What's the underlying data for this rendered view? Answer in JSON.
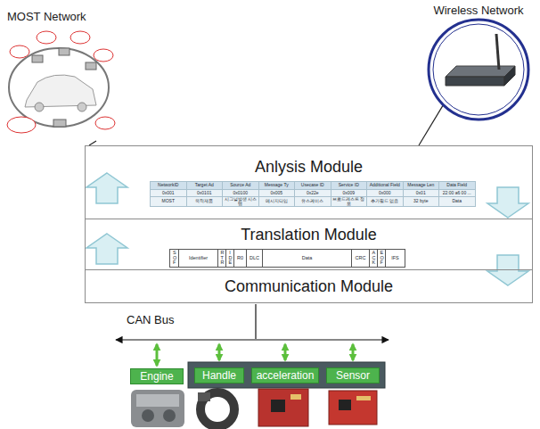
{
  "diagram": {
    "nodes": [
      {
        "text": [
          "MOST Network"
        ]
      },
      {
        "text": [
          "Wireless Network"
        ]
      },
      {
        "text": [
          "Anlysis Module"
        ]
      },
      {
        "text": [
          "Translation Module"
        ]
      },
      {
        "text": [
          "Communication Module"
        ]
      },
      {
        "text": [
          "Engine"
        ]
      },
      {
        "text": [
          "Handle"
        ]
      },
      {
        "text": [
          "acceleration"
        ]
      },
      {
        "text": [
          "Sensor"
        ]
      }
    ],
    "edges": [
      {
        "from": 0,
        "to": 2,
        "arrow": "none"
      },
      {
        "from": 1,
        "to": 2,
        "arrow": "none"
      }
    ],
    "labels": [
      "NetworkID",
      "Target Ad",
      "Source Ad",
      "Message Ty",
      "Usecase ID",
      "Service ID",
      "Additional Field",
      "Message Len",
      "Data Field",
      "0x001",
      "0x0101",
      "0x0100",
      "0x005",
      "0x22e",
      "0x009",
      "0x000",
      "0x01",
      "22:00 a6 00 ...",
      "MOST",
      "목적제품",
      "시그널발생 시스템",
      "메시지타입",
      "유스케이스",
      "브로드캐스트 정보",
      "추가필드 없음",
      "32 byte",
      "Data",
      "SOF",
      "Identifier",
      "RTR",
      "IDE",
      "R0",
      "DLC",
      "Data",
      "CRC",
      "ACK",
      "EOF",
      "IFS",
      "CAN Bus"
    ]
  }
}
